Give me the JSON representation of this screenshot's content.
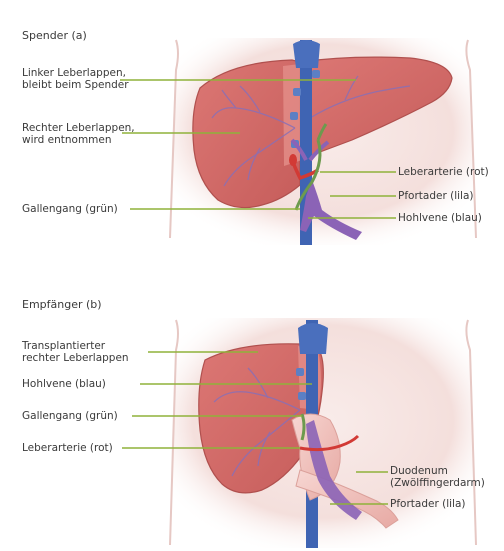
{
  "donor": {
    "heading": "Spender (a)",
    "labels": {
      "left_lobe": "Linker Leberlappen,\nbleibt beim Spender",
      "right_lobe": "Rechter Leberlappen,\nwird entnommen",
      "hepatic_artery": "Leberarterie (rot)",
      "portal_vein": "Pfortader (lila)",
      "bile_duct": "Gallengang (grün)",
      "vena_cava": "Hohlvene (blau)"
    }
  },
  "recipient": {
    "heading": "Empfänger (b)",
    "labels": {
      "transplanted_lobe": "Transplantierter\nrechter Leberlappen",
      "vena_cava": "Hohlvene (blau)",
      "bile_duct": "Gallengang (grün)",
      "hepatic_artery": "Leberarterie (rot)",
      "duodenum": "Duodenum\n(Zwölffingerdarm)",
      "portal_vein": "Pfortader (lila)"
    }
  },
  "colors": {
    "liver": "#d26a68",
    "liver_dark": "#b34f4e",
    "vena_cava": "#3f64b3",
    "portal_vein": "#8b63b6",
    "artery": "#d23a35",
    "bile_duct": "#6d9a4e",
    "leader_line": "#8fb23a",
    "body_bg": "#f6e3e1",
    "duodenum": "#f1c2bd"
  }
}
